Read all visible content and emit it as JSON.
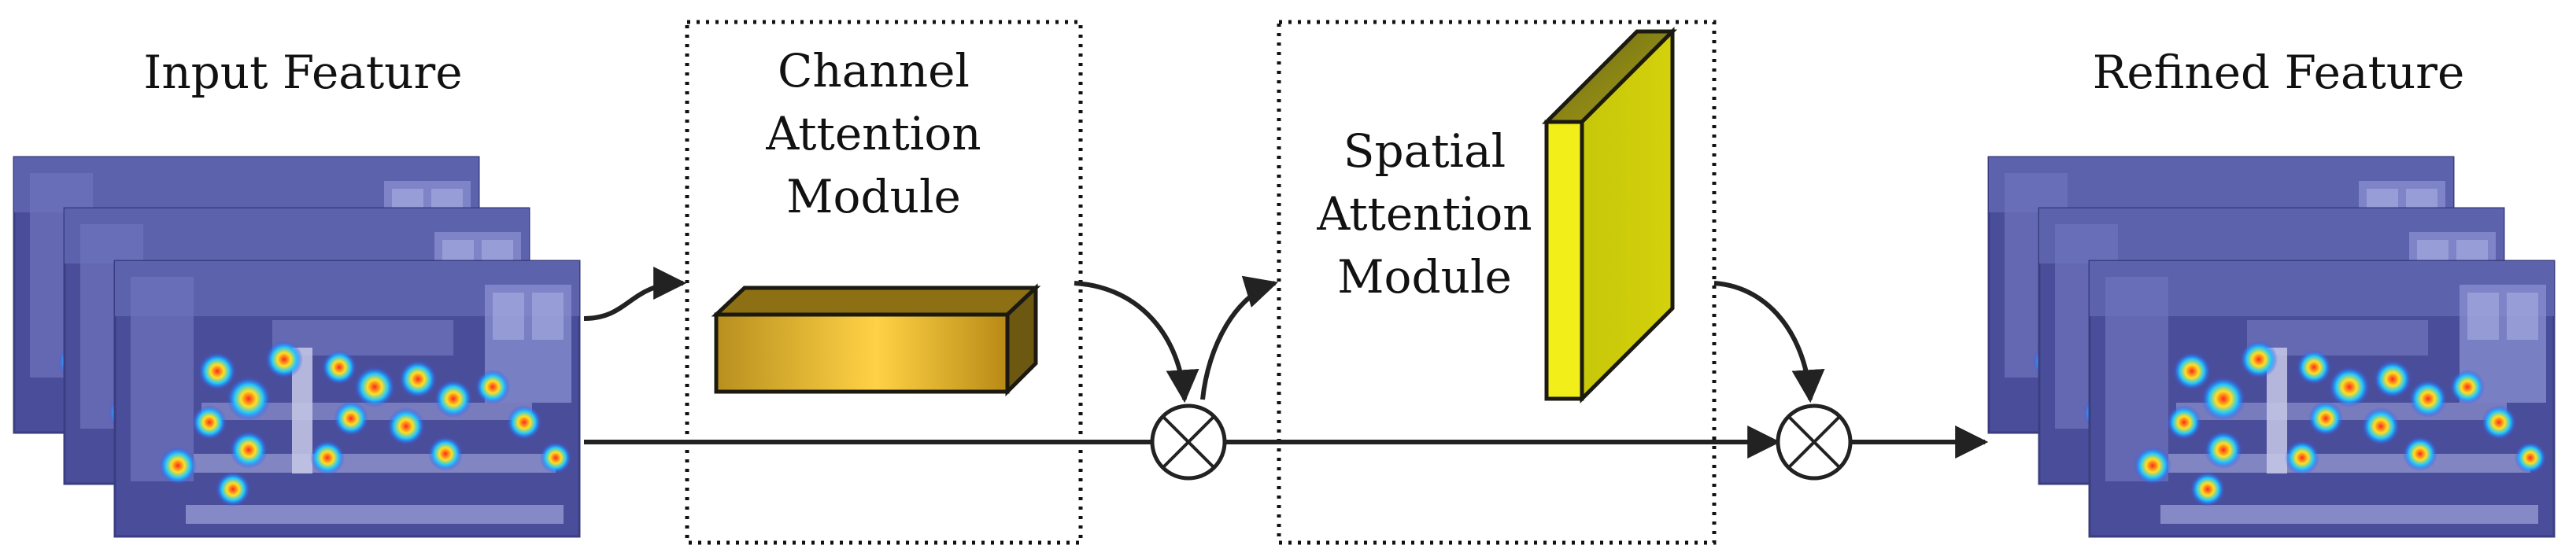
{
  "labels": {
    "input": "Input Feature",
    "channel": [
      "Channel",
      "Attention",
      "Module"
    ],
    "spatial": [
      "Spatial",
      "Attention",
      "Module"
    ],
    "refined": "Refined Feature"
  },
  "operators": {
    "multiply_symbol": "⊗"
  },
  "colors": {
    "feature_map_bg": "#4a4e9a",
    "channel_block": "#d4a830",
    "spatial_block": "#d8d40a",
    "arrow": "#222222"
  }
}
